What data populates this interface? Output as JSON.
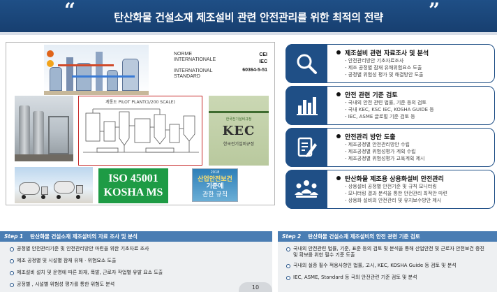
{
  "header": {
    "title": "탄산화물   건설소재 제조설비 관련 안전관리를 위한 최적의 전략",
    "quote_open": "“",
    "quote_close": "”",
    "background_color": "#1f4f86"
  },
  "images": {
    "norme": {
      "left_lines": [
        "NORME",
        "INTERNATIONALE",
        "",
        "INTERNATIONAL",
        "STANDARD"
      ],
      "right_lines": [
        "CEI",
        "IEC",
        "60364-5-51"
      ]
    },
    "pilot_plant_caption": "계통도 PILOT PLANT(1/200 SCALE)",
    "kec": {
      "small_text": "한국전기설비규정",
      "big_text": "KEC",
      "sub_text": "한국전기설비규정"
    },
    "iso": {
      "line1": "ISO 45001",
      "line2": "KOSHA MS"
    },
    "book": {
      "year": "2018",
      "title_lines": [
        "산업안전보건",
        "기준에"
      ],
      "subtitle": "관한 규칙"
    }
  },
  "cards": [
    {
      "icon": "magnifier-icon",
      "title": "제조설비 관련 자료조사 및 분석",
      "items": [
        "안전관리방안 기초자료조사",
        "제조 공정별 잠재 유해위험요소 도출",
        "공정별 위험성 평가 및 해결방안 도출"
      ]
    },
    {
      "icon": "bar-chart-icon",
      "title": "안전 관련 기준 검토",
      "items": [
        "국내외 안전 관련 법률, 기준 등의 검토",
        "국내 KEC, KSC IEC, KOSHA GUIDE 등",
        "IEC, ASME 글로벌 기준 검토 등"
      ]
    },
    {
      "icon": "document-edit-icon",
      "title": "안전관리 방안 도출",
      "items": [
        "제조공정별 안전관리방안 수립",
        "제조공정별 위험성평가 계획 수립",
        "제조공정별 위험성평가 교육계획 제시"
      ]
    },
    {
      "icon": "team-meeting-icon",
      "title": "탄산화물 제조용 상용화설비 안전관리",
      "items": [
        "상용설비 공정별 안전기준 및 규칙 모니터링",
        "모니터링 결과 분석을 통한 안전관리 최적안 마련",
        "상용화 설비의 안전관리 및 유지보수방안 제시"
      ]
    }
  ],
  "steps": [
    {
      "tag": "Step 1",
      "title": "탄산화물 건설소재 제조설비의 자료 조사 및 분석",
      "items": [
        "공정별 안전관리기준 및 안전관리방안 마련을 위한 기초자료 조사",
        "제조 공정별 및 시설별 잠재 유해 · 위험요소 도출",
        "제조설비 설치 및 운영에 따른 화재, 폭발, 근로자 작업별 유발 요소 도출",
        "공정별 , 시설별 위험성 평가를 통한 위험도 분석"
      ]
    },
    {
      "tag": "Step 2",
      "title": "탄산화물 건설소재 제조설비의 안전 관련 기준 검토",
      "items": [
        "국내외 안전관련 법률, 기준, 표준 등의 검토 및 분석을 통해 산업안전 및 근로자 안전보건 증진 및 확보를 위한 필수 기준 도출",
        "국내의 실증 필수 적용사항인 법률, 고시, KEC, KOSHA Guide 등 검토 및 분석",
        "IEC, ASME, Standard 등 국외 안전관련 기준 검토 및 분석"
      ]
    }
  ],
  "page_number": "10",
  "colors": {
    "accent": "#1f4f86",
    "step_header": "#4a7db3",
    "step_box": "#eef0f2",
    "iso_green": "#1e9b45"
  }
}
